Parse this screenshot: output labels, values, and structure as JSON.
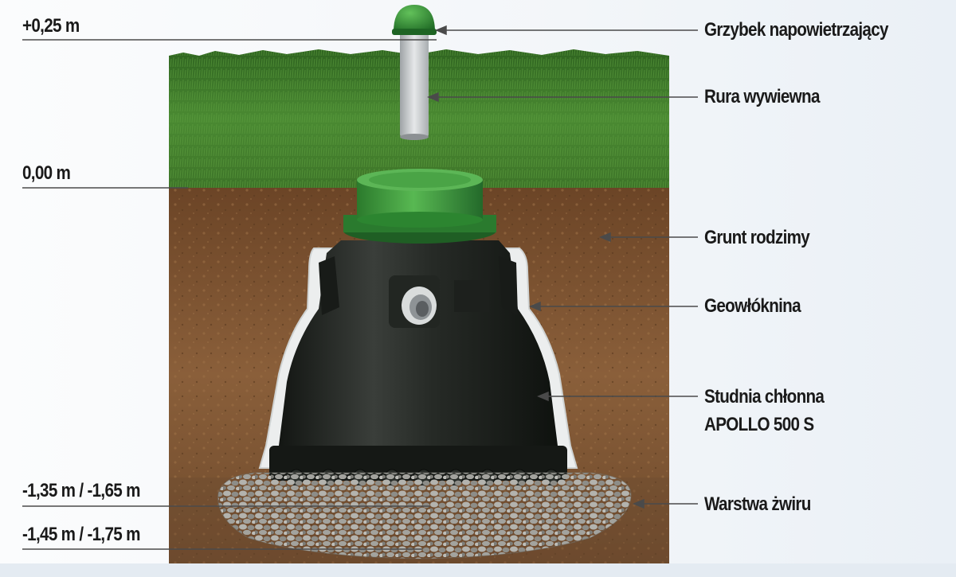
{
  "levels": {
    "top": "+0,25 m",
    "ground": "0,00 m",
    "bottom_a": "-1,35 m / -1,65 m",
    "bottom_b": "-1,45 m / -1,75 m"
  },
  "components": {
    "vent_cap": "Grzybek napowietrzający",
    "vent_pipe": "Rura wywiewna",
    "native_soil": "Grunt rodzimy",
    "geotextile": "Geowłóknina",
    "well_line1": "Studnia chłonna",
    "well_line2": "APOLLO 500 S",
    "gravel": "Warstwa żwiru"
  },
  "colors": {
    "grass": "#3f7a2a",
    "soil": "#7a5232",
    "tank": "#1c1f1c",
    "lid": "#3b9b3a",
    "geotextile": "#e9ecec",
    "gravel": "#9a9a96"
  }
}
